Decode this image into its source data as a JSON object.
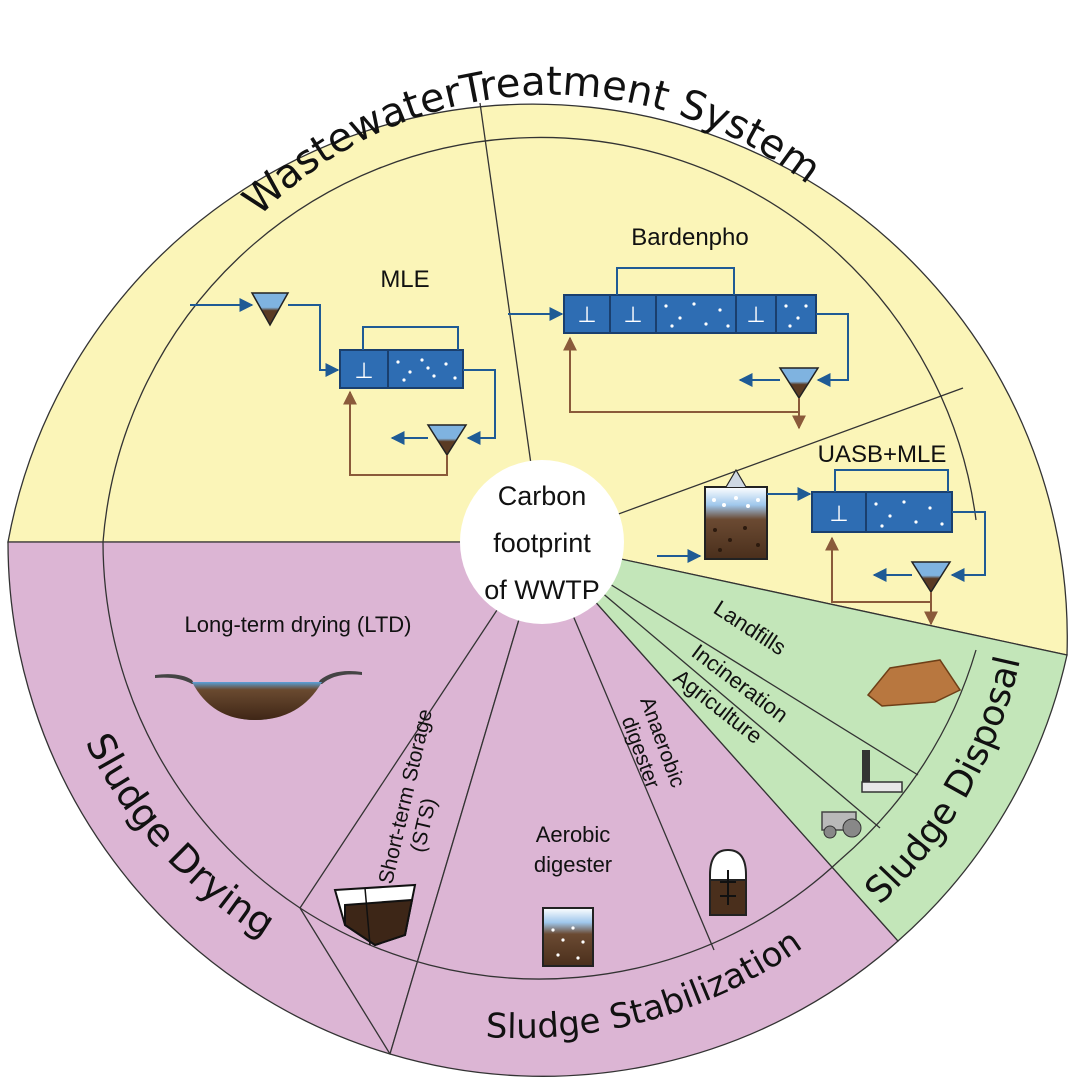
{
  "sectors": {
    "wastewater": "WastewaterTreatment System",
    "drying": "Sludge Drying",
    "stabilization": "Sludge Stabilization",
    "disposal": "Sludge Disposal"
  },
  "center": {
    "line1": "Carbon",
    "line2": "footprint",
    "line3": "of WWTP"
  },
  "processes": {
    "mle": "MLE",
    "bardenpho": "Bardenpho",
    "uasb": "UASB+MLE"
  },
  "drying_items": {
    "ltd": "Long-term drying (LTD)",
    "sts_line1": "Short-term Storage",
    "sts_line2": "(STS)"
  },
  "stabilization_items": {
    "aerobic_line1": "Aerobic",
    "aerobic_line2": "digester",
    "anaerobic_line1": "Anaerobic",
    "anaerobic_line2": "digester"
  },
  "disposal_items": {
    "landfills": "Landfills",
    "incineration": "Incineration",
    "agriculture": "Agriculture"
  },
  "colors": {
    "wastewater": "#fbf5b8",
    "drying": "#dcb5d4",
    "disposal": "#c3e6b9",
    "tank": "#2e6db3",
    "flow": "#1f5b95",
    "return": "#8a5a3a"
  }
}
